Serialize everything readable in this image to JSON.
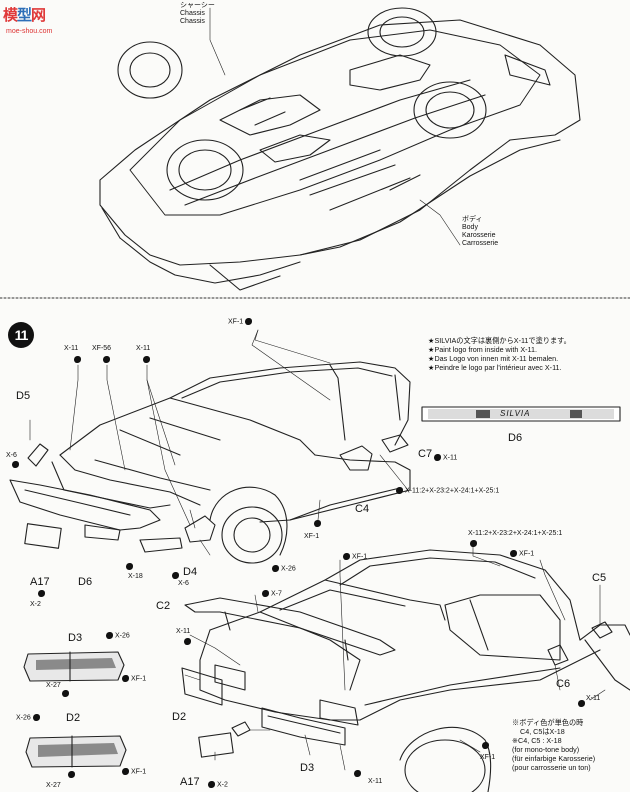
{
  "watermark": {
    "logo_char_1": "模",
    "logo_char_2": "型",
    "logo_char_3": "网",
    "url": "moe-shou.com"
  },
  "section_top": {
    "chassis_jp": "シャーシー",
    "chassis_en": "Chassis",
    "chassis_de": "Chassis",
    "body_jp": "ボディ",
    "body_en": "Body",
    "body_de": "Karosserie",
    "body_fr": "Carrosserie"
  },
  "step": {
    "number": "11"
  },
  "logo_note": {
    "line_jp": "★SILVIAの文字は裏側からX-11で塗ります。",
    "line_en": "★Paint logo from inside with X-11.",
    "line_de": "★Das Logo von innen mit X-11 bemalen.",
    "line_fr": "★Peindre le logo par l'intérieur avec X-11.",
    "plate_label": "D6",
    "plate_text": "SILVIA"
  },
  "labels": {
    "xf1_top": "XF-1",
    "x11_a": "X-11",
    "xf56": "XF-56",
    "x11_b": "X-11",
    "d5": "D5",
    "x6_a": "X-6",
    "c7": "C7",
    "x11_c": "X-11",
    "mix_1": "X-11:2+X-23:2+X-24:1+X-25:1",
    "c4": "C4",
    "xf1_b": "XF-1",
    "x18": "X-18",
    "x6_b": "X-6",
    "d4": "D4",
    "d6": "D6",
    "a17_a": "A17",
    "x2_a": "X-2",
    "x26_a": "X-26",
    "mix_2": "X-11:2+X-23:2+X-24:1+X-25:1",
    "xf1_c": "XF-1",
    "xf1_d": "XF-1",
    "c5": "C5",
    "x7": "X-7",
    "c2": "C2",
    "d3": "D3",
    "x26_b": "X-26",
    "x27_a": "X-27",
    "xf1_e": "XF-1",
    "x11_d": "X-11",
    "c6": "C6",
    "x11_e": "X-11",
    "d2_a": "D2",
    "x26_c": "X-26",
    "d2_b": "D2",
    "x27_b": "X-27",
    "xf1_f": "XF-1",
    "a17_b": "A17",
    "x2_b": "X-2",
    "d3_b": "D3",
    "x11_f": "X-11",
    "xf1_g": "XF-1"
  },
  "body_color_note": {
    "jp_1": "※ボディ色が単色の時",
    "jp_2": "C4, C5はX-18",
    "line_3": "※C4, C5 : X-18",
    "en": "(for mono-tone body)",
    "de": "(für einfarbige Karosserie)",
    "fr": "(pour carrosserie un ton)"
  }
}
